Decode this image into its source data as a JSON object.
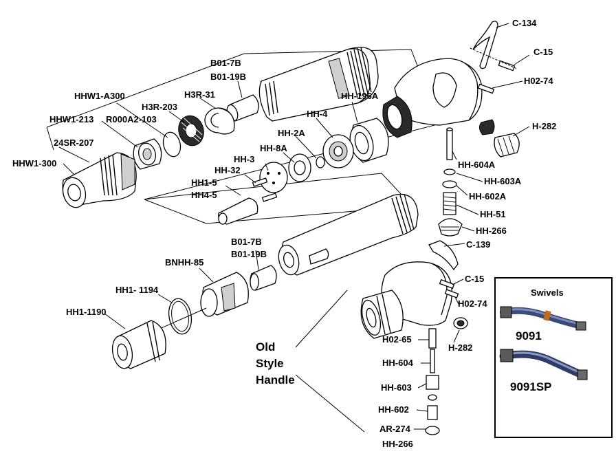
{
  "labels": {
    "c134": "C-134",
    "c15_top": "C-15",
    "h0274_top": "H02-74",
    "h282_top": "H-282",
    "b017b_top": "B01-7B",
    "b0119b_top": "B01-19B",
    "hhw1a300": "HHW1-A300",
    "h3r31": "H3R-31",
    "hh196a": "HH-196A",
    "h3r203": "H3R-203",
    "hhw1213": "HHW1-213",
    "r000a2103": "R000A2-103",
    "hh4": "HH-4",
    "hh2a": "HH-2A",
    "sr207": "24SR-207",
    "hh8a": "HH-8A",
    "hhw1300": "HHW1-300",
    "hh3": "HH-3",
    "hh32": "HH-32",
    "hh604a": "HH-604A",
    "hh603a": "HH-603A",
    "hh15": "HH1-5",
    "hh45": "HH4-5",
    "hh602a": "HH-602A",
    "hh51": "HH-51",
    "hh266_top": "HH-266",
    "b017b_bot": "B01-7B",
    "b0119b_bot": "B01-19B",
    "c139": "C-139",
    "bnhh85": "BNHH-85",
    "c15_bot": "C-15",
    "hh11194": "HH1- 1194",
    "h0274_bot": "H02-74",
    "hh11190": "HH1-1190",
    "h0265": "H02-65",
    "h282_bot": "H-282",
    "hh604": "HH-604",
    "hh603": "HH-603",
    "hh602": "HH-602",
    "ar274": "AR-274",
    "hh266_bot": "HH-266"
  },
  "old_style": [
    "Old",
    "Style",
    "Handle"
  ],
  "swivels": {
    "title": "Swivels",
    "items": [
      "9091",
      "9091SP"
    ]
  }
}
